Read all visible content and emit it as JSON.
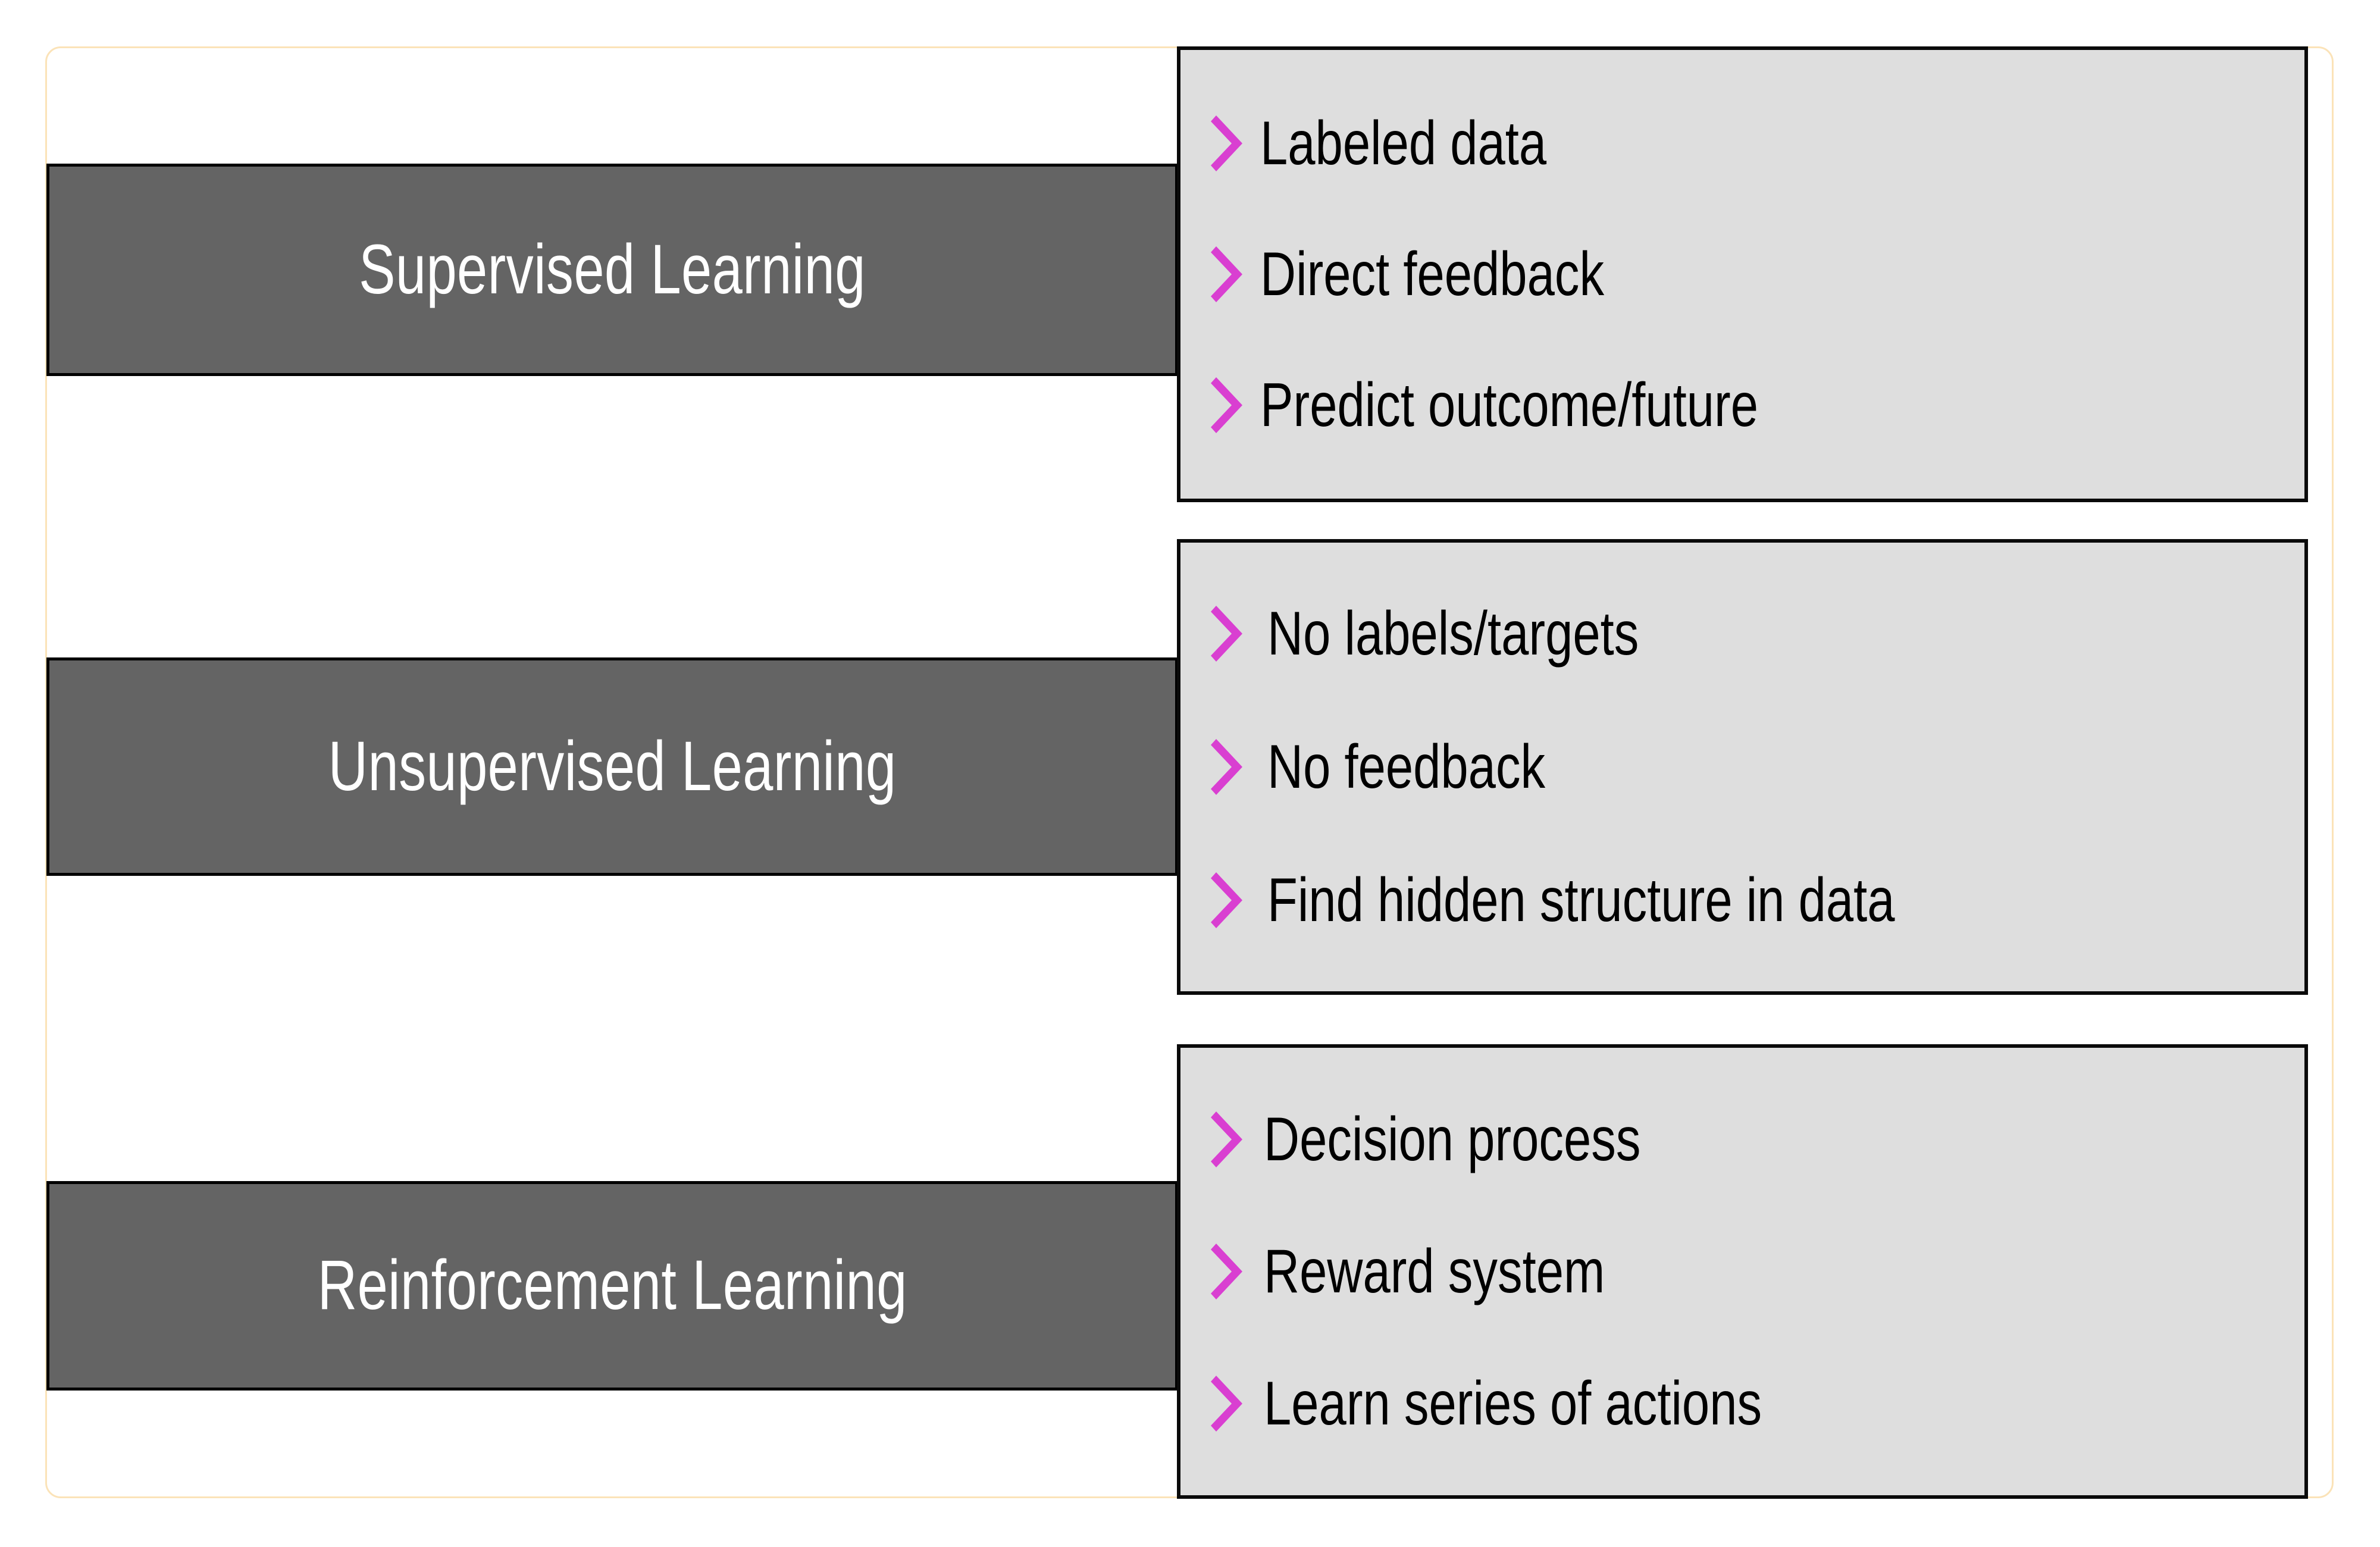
{
  "slide": {
    "background_color": "#ffffff",
    "frame_color": "#fbe3b8",
    "bar_fill_color": "#646464",
    "bar_border_color": "#000000",
    "bar_text_color": "#ffffff",
    "panel_fill_color": "#dedede",
    "panel_border_color": "#0a0a0a",
    "panel_text_color": "#000000",
    "bullet_marker_color": "#d93fd1",
    "bullet_marker_icon": "chevron-right-icon"
  },
  "sections": [
    {
      "id": "supervised",
      "title": "Supervised Learning",
      "bullets": [
        "Labeled data",
        "Direct feedback",
        "Predict outcome/future"
      ]
    },
    {
      "id": "unsupervised",
      "title": "Unsupervised Learning",
      "bullets": [
        "No labels/targets",
        "No feedback",
        "Find hidden structure in data"
      ]
    },
    {
      "id": "reinforcement",
      "title": "Reinforcement Learning",
      "bullets": [
        "Decision process",
        "Reward system",
        "Learn series of actions"
      ]
    }
  ]
}
